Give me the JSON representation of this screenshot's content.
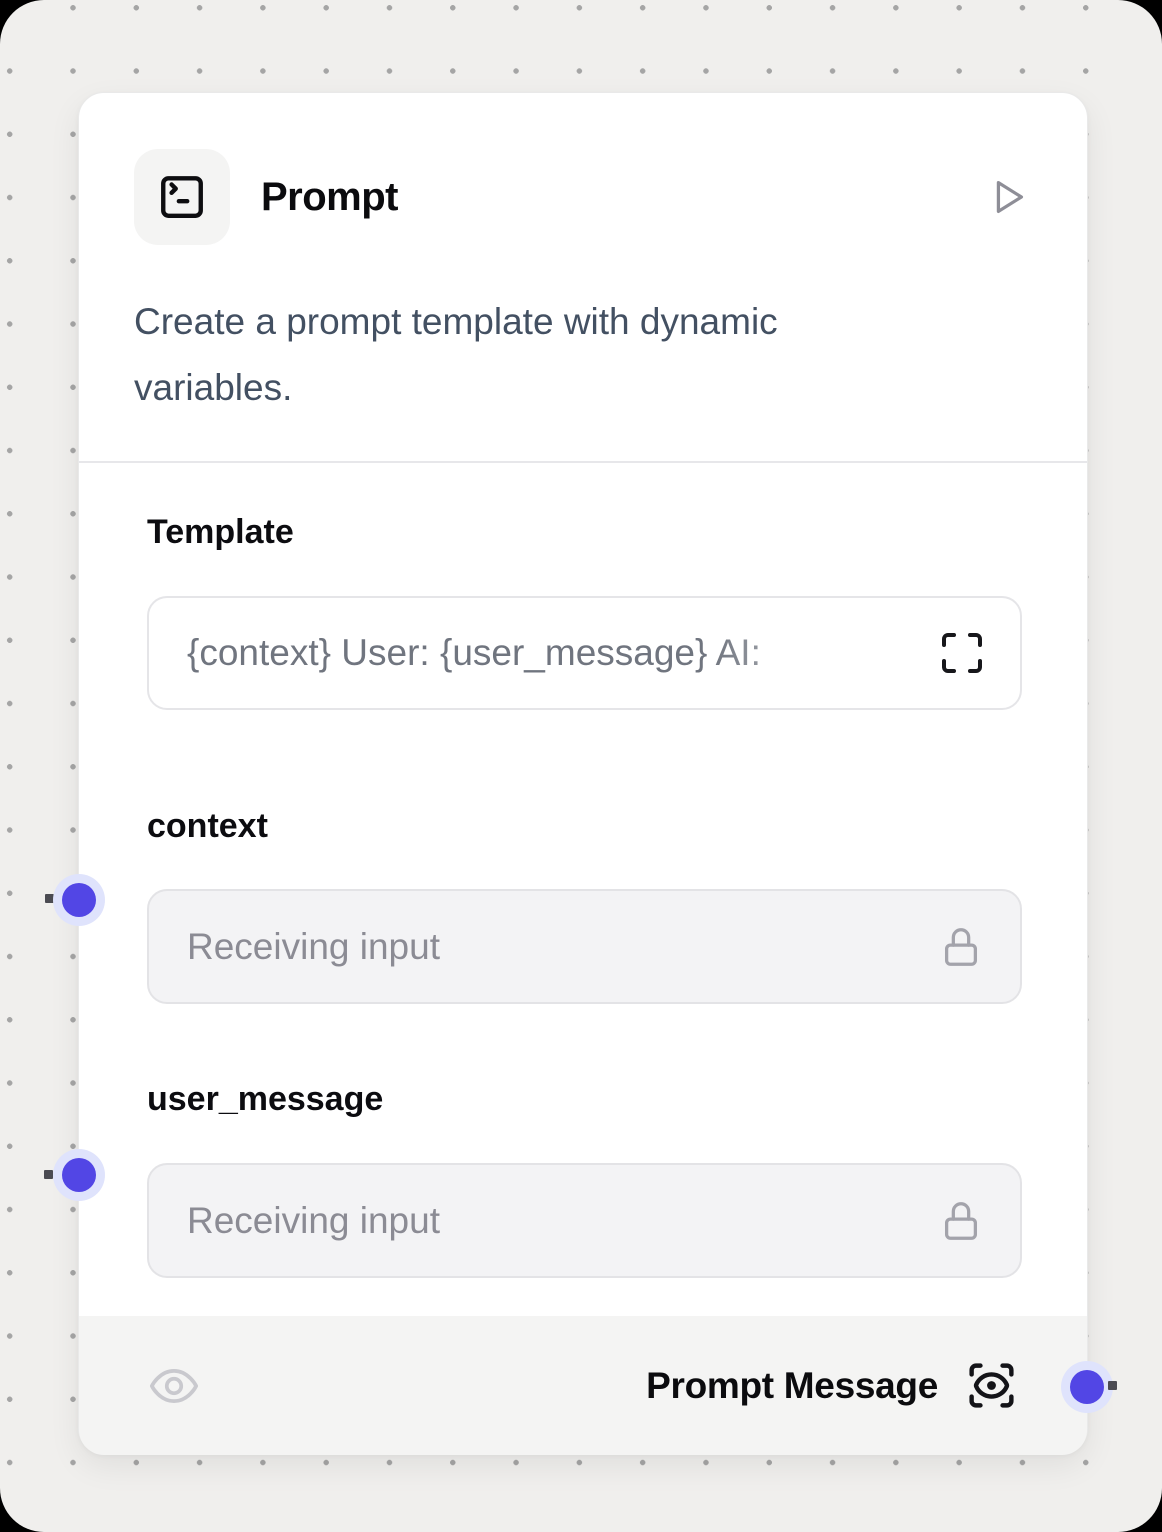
{
  "canvas": {
    "background_color": "#f0efed",
    "dot_color": "#a5a5a5"
  },
  "node": {
    "title": "Prompt",
    "description": "Create a prompt template with dynamic variables.",
    "header_icon": "terminal-square-icon",
    "run_icon": "play-icon",
    "fields": [
      {
        "name": "template",
        "label": "Template",
        "value": "{context} User: {user_message} AI:",
        "trailing_icon": "maximize-icon"
      },
      {
        "name": "context",
        "label": "context",
        "placeholder": "Receiving input",
        "trailing_icon": "lock-icon"
      },
      {
        "name": "user_message",
        "label": "user_message",
        "placeholder": "Receiving input",
        "trailing_icon": "lock-icon"
      }
    ],
    "footer": {
      "visibility_icon": "eye-icon",
      "output_label": "Prompt Message",
      "inspect_icon": "scan-eye-icon"
    }
  },
  "colors": {
    "handle_fill": "#5246e5",
    "handle_halo": "#dfe3fc",
    "card_background": "#ffffff",
    "footer_background": "#f4f4f3",
    "title_color": "#0b0b0e",
    "description_color": "#435062"
  }
}
